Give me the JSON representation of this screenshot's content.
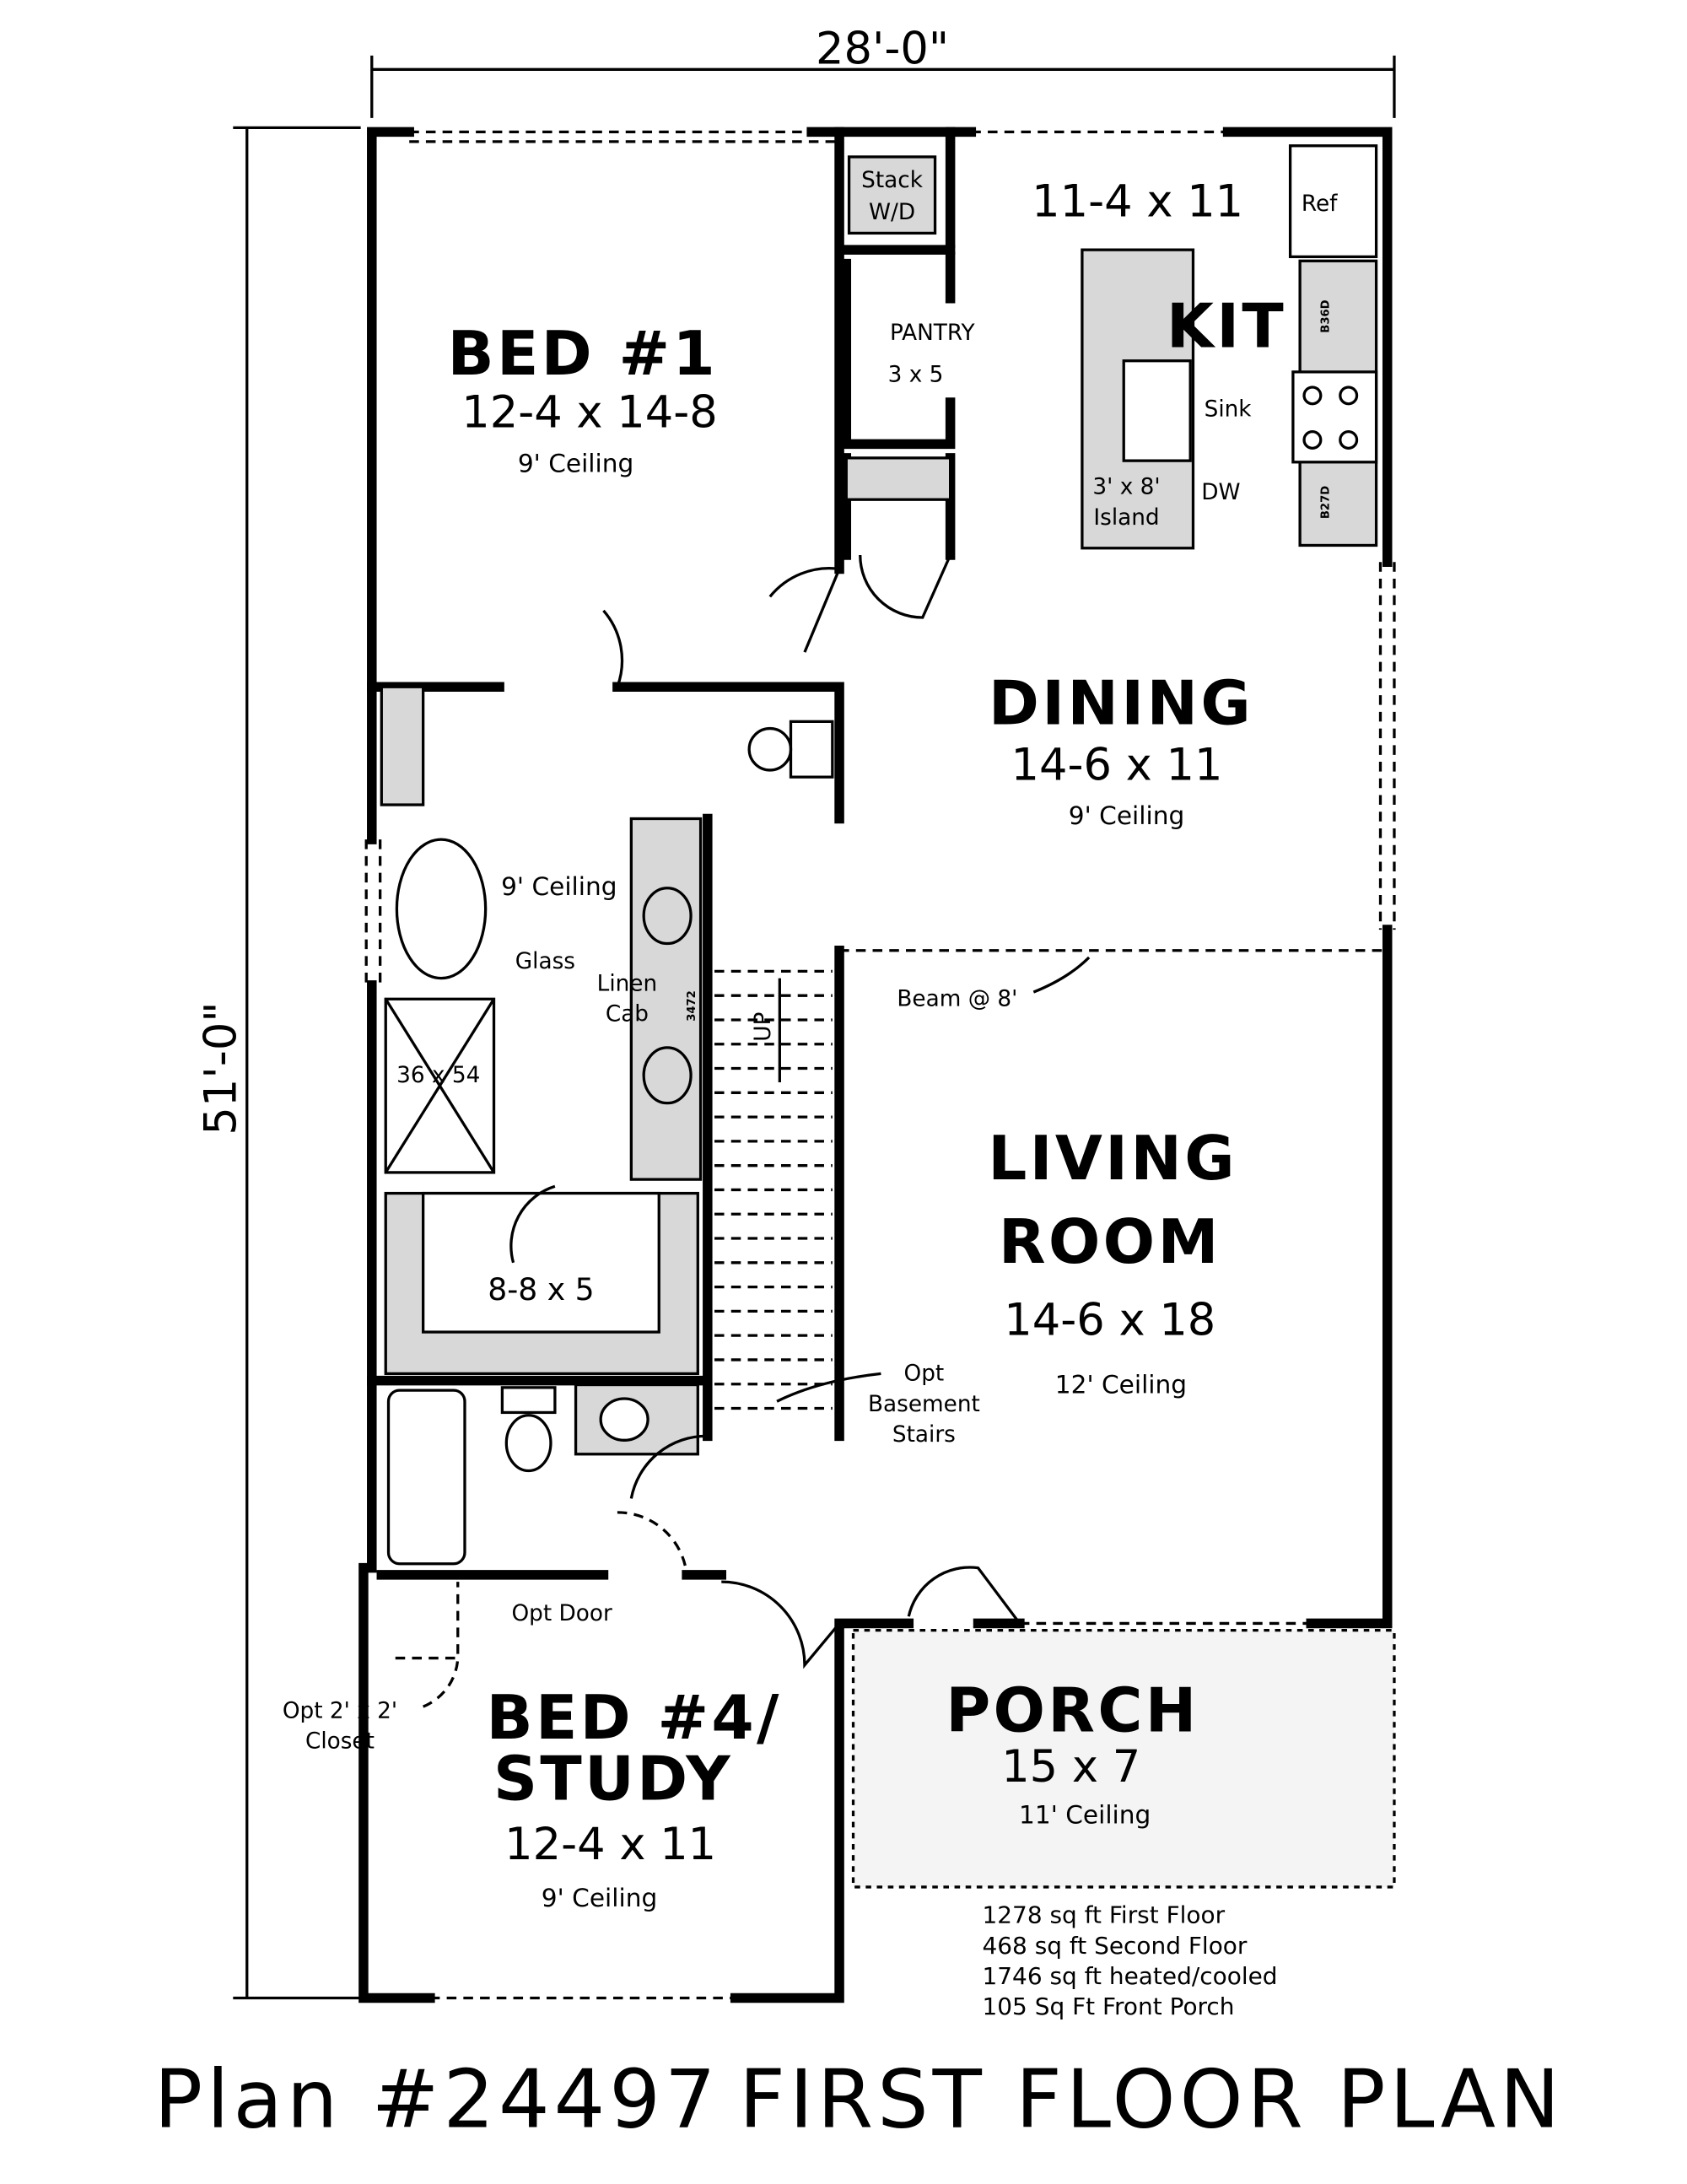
{
  "dimensions": {
    "width": "28'-0\"",
    "depth": "51'-0\""
  },
  "rooms": {
    "bed1": {
      "name": "BED #1",
      "size": "12-4 x 14-8",
      "ceiling": "9' Ceiling"
    },
    "kitchen": {
      "name": "KIT",
      "size": "11-4 x 11",
      "ref": "Ref",
      "sink": "Sink",
      "dw": "DW",
      "island": "3' x 8'",
      "island2": "Island",
      "cab1": "B36D",
      "cab2": "B27D"
    },
    "laundry": {
      "line1": "Stack",
      "line2": "W/D"
    },
    "pantry": {
      "name": "PANTRY",
      "size": "3 x 5"
    },
    "dining": {
      "name": "DINING",
      "size": "14-6 x 11",
      "ceiling": "9' Ceiling"
    },
    "master_bath": {
      "ceiling": "9' Ceiling",
      "glass": "Glass",
      "shower": "36 x 54",
      "linen1": "Linen",
      "linen2": "Cab",
      "linen_code": "3472",
      "closet": "8-8 x 5"
    },
    "stairs": {
      "up": "UP",
      "opt1": "Opt",
      "opt2": "Basement",
      "opt3": "Stairs"
    },
    "living": {
      "name1": "LIVING",
      "name2": "ROOM",
      "size": "14-6 x 18",
      "ceiling": "12' Ceiling",
      "beam": "Beam @ 8'"
    },
    "bed4": {
      "name1": "BED #4/",
      "name2": "STUDY",
      "size": "12-4 x 11",
      "ceiling": "9' Ceiling",
      "opt_door": "Opt Door",
      "opt_closet1": "Opt 2' x 2'",
      "opt_closet2": "Closet"
    },
    "porch": {
      "name": "PORCH",
      "size": "15 x 7",
      "ceiling": "11' Ceiling"
    }
  },
  "areas": [
    "1278 sq ft First Floor",
    "468 sq ft Second Floor",
    "1746 sq ft heated/cooled",
    "105 Sq Ft Front Porch"
  ],
  "title": {
    "plan": "Plan #24497",
    "label": "FIRST FLOOR PLAN"
  }
}
